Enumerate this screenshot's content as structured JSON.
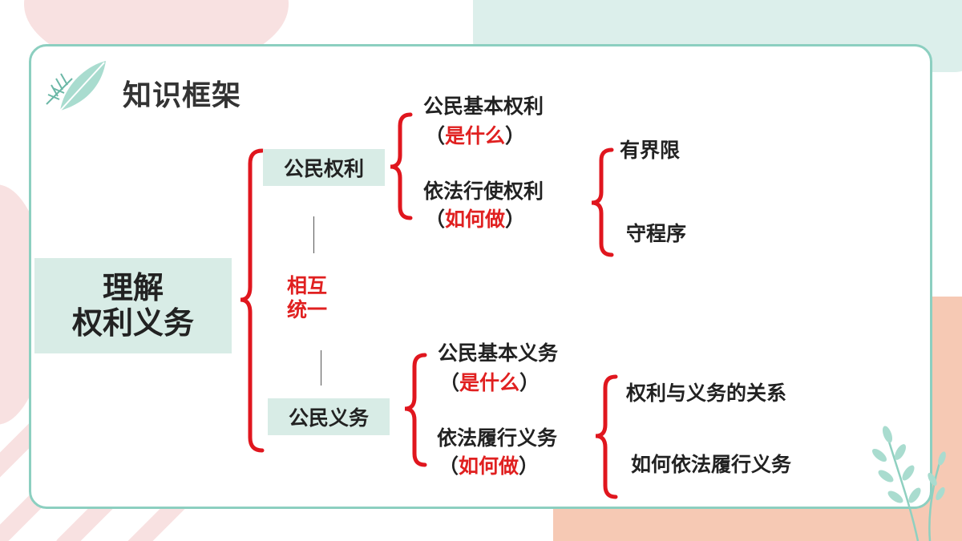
{
  "title": "知识框架",
  "main": {
    "line1": "理解",
    "line2": "权利义务"
  },
  "rights": {
    "label": "公民权利",
    "basic": {
      "label": "公民基本权利",
      "hint_open": "（",
      "hint": "是什么",
      "hint_close": "）"
    },
    "exercise": {
      "label": "依法行使权利",
      "hint_open": "（",
      "hint": "如何做",
      "hint_close": "）"
    },
    "sub_items": [
      "有界限",
      "守程序"
    ]
  },
  "relation": {
    "line1": "相互",
    "line2": "统一"
  },
  "duties": {
    "label": "公民义务",
    "basic": {
      "label": "公民基本义务",
      "hint_open": "（",
      "hint": "是什么",
      "hint_close": "）"
    },
    "perform": {
      "label": "依法履行义务",
      "hint_open": "（",
      "hint": "如何做",
      "hint_close": "）"
    },
    "sub_items": [
      "权利与义务的关系",
      "如何依法履行义务"
    ]
  },
  "colors": {
    "brace": "#e0161e",
    "accent_red": "#e02020",
    "box_fill": "#d8ece6",
    "card_border": "#8ccfc0"
  }
}
